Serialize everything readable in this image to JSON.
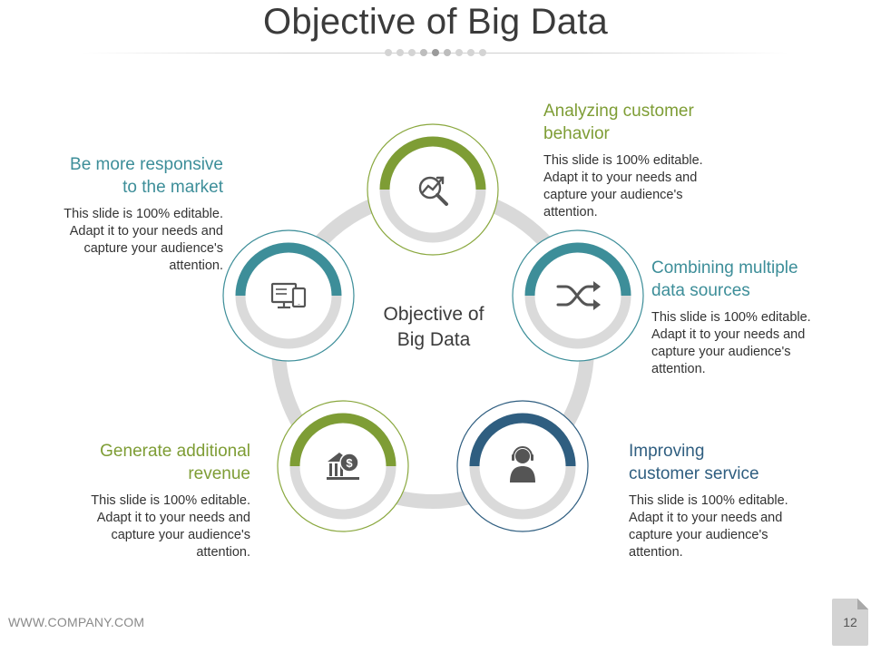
{
  "title": "Objective of Big Data",
  "center": {
    "line1": "Objective of",
    "line2": "Big Data"
  },
  "colors": {
    "green": "#7e9d35",
    "teal": "#3d8e99",
    "navy": "#2f5e80",
    "ring": "#d9d9d9",
    "text": "#333333"
  },
  "nodes": [
    {
      "id": "analyzing",
      "heading_line1": "Analyzing customer",
      "heading_line2": "behavior",
      "body": [
        "This slide is 100% editable.",
        "Adapt it to your needs and",
        "capture your audience's",
        "attention."
      ],
      "icon": "analytics-magnifier-icon",
      "color": "green"
    },
    {
      "id": "combining",
      "heading_line1": "Combining multiple",
      "heading_line2": "data sources",
      "body": [
        "This slide is 100% editable.",
        "Adapt it to your needs and",
        "capture your audience's",
        "attention."
      ],
      "icon": "shuffle-icon",
      "color": "teal"
    },
    {
      "id": "improving",
      "heading_line1": "Improving",
      "heading_line2": "customer service",
      "body": [
        "This slide is 100% editable.",
        "Adapt it to your needs and",
        "capture your audience's",
        "attention."
      ],
      "icon": "support-agent-icon",
      "color": "navy"
    },
    {
      "id": "generate",
      "heading_line1": "Generate additional",
      "heading_line2": "revenue",
      "body": [
        "This slide is 100% editable.",
        "Adapt it to your needs and",
        "capture your audience's",
        "attention."
      ],
      "icon": "bank-dollar-icon",
      "color": "green"
    },
    {
      "id": "responsive",
      "heading_line1": "Be more responsive",
      "heading_line2": "to the market",
      "body": [
        "This slide is 100% editable.",
        "Adapt it to your needs and",
        "capture your audience's",
        "attention."
      ],
      "icon": "devices-icon",
      "color": "teal"
    }
  ],
  "footer": {
    "website": "WWW.COMPANY.COM",
    "page_number": "12"
  }
}
